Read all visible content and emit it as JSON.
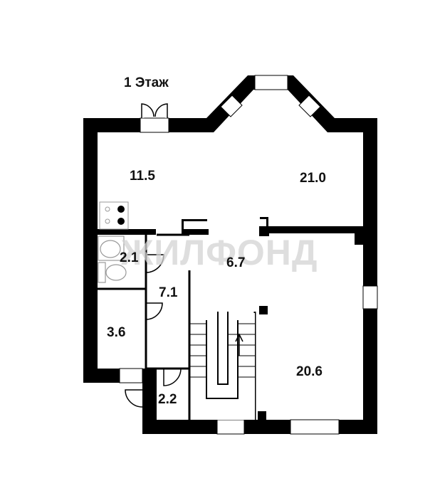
{
  "floor_title": "1 Этаж",
  "watermark": "ЖИЛФОНД",
  "rooms": [
    {
      "id": "room-11-5",
      "area": "11.5"
    },
    {
      "id": "room-21-0",
      "area": "21.0"
    },
    {
      "id": "room-2-1",
      "area": "2.1"
    },
    {
      "id": "room-6-7",
      "area": "6.7"
    },
    {
      "id": "room-7-1",
      "area": "7.1"
    },
    {
      "id": "room-3-6",
      "area": "3.6"
    },
    {
      "id": "room-20-6",
      "area": "20.6"
    },
    {
      "id": "room-2-2",
      "area": "2.2"
    }
  ],
  "colors": {
    "wall": "#000000",
    "background": "#ffffff",
    "watermark": "#d4d4d4"
  }
}
